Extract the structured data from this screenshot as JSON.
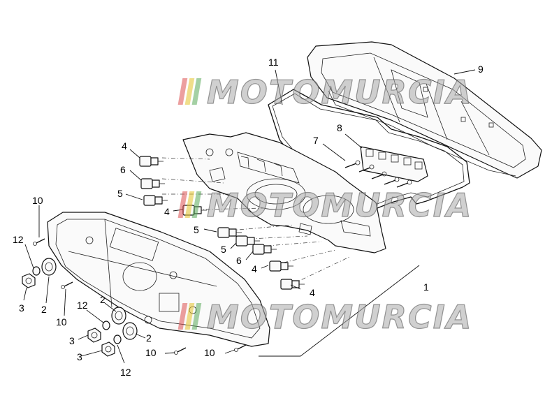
{
  "watermark": {
    "text": "MOTOMURCIA",
    "stripe_colors": [
      "#dc5050",
      "#e6c83c",
      "#5aaa5a"
    ]
  },
  "callouts": [
    {
      "id": "c1",
      "label": "1"
    },
    {
      "id": "c2a",
      "label": "2"
    },
    {
      "id": "c2b",
      "label": "2"
    },
    {
      "id": "c2c",
      "label": "2"
    },
    {
      "id": "c3a",
      "label": "3"
    },
    {
      "id": "c3b",
      "label": "3"
    },
    {
      "id": "c3c",
      "label": "3"
    },
    {
      "id": "c4a",
      "label": "4"
    },
    {
      "id": "c4b",
      "label": "4"
    },
    {
      "id": "c4c",
      "label": "4"
    },
    {
      "id": "c4d",
      "label": "4"
    },
    {
      "id": "c5a",
      "label": "5"
    },
    {
      "id": "c5b",
      "label": "5"
    },
    {
      "id": "c5c",
      "label": "5"
    },
    {
      "id": "c6a",
      "label": "6"
    },
    {
      "id": "c6b",
      "label": "6"
    },
    {
      "id": "c7",
      "label": "7"
    },
    {
      "id": "c8",
      "label": "8"
    },
    {
      "id": "c9",
      "label": "9"
    },
    {
      "id": "c10a",
      "label": "10"
    },
    {
      "id": "c10b",
      "label": "10"
    },
    {
      "id": "c10c",
      "label": "10"
    },
    {
      "id": "c10d",
      "label": "10"
    },
    {
      "id": "c11",
      "label": "11"
    },
    {
      "id": "c12a",
      "label": "12"
    },
    {
      "id": "c12b",
      "label": "12"
    },
    {
      "id": "c12c",
      "label": "12"
    }
  ]
}
